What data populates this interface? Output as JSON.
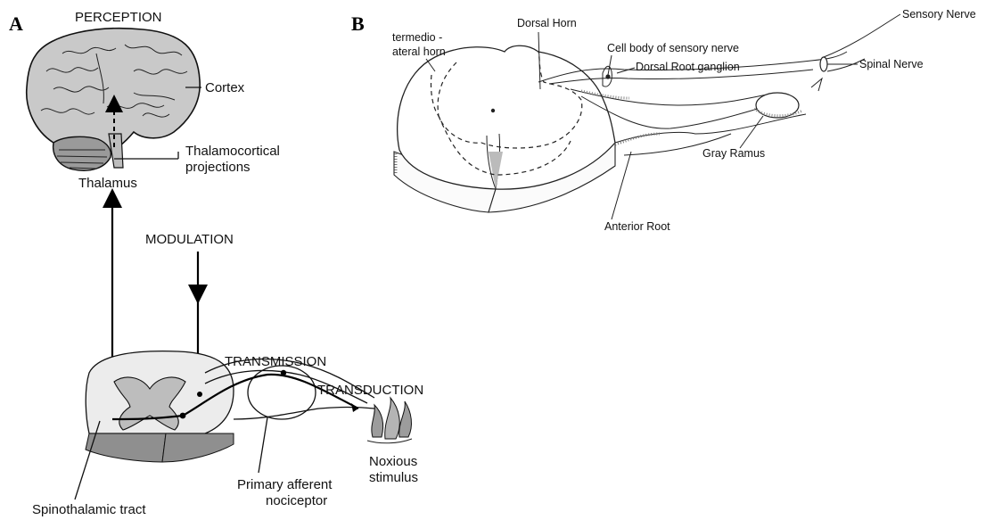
{
  "panel_a": {
    "letter": "A",
    "labels": {
      "perception": "PERCEPTION",
      "cortex": "Cortex",
      "thalamocortical": [
        "Thalamocortical",
        "projections"
      ],
      "thalamus": "Thalamus",
      "modulation": "MODULATION",
      "transmission": "TRANSMISSION",
      "transduction": "TRANSDUCTION",
      "noxious": [
        "Noxious",
        "stimulus"
      ],
      "primary_afferent": [
        "Primary afferent",
        "nociceptor"
      ],
      "spinothalamic": "Spinothalamic tract"
    }
  },
  "panel_b": {
    "letter": "B",
    "labels": {
      "intermediolateral": [
        "termedio -",
        "ateral horn"
      ],
      "dorsal_horn": "Dorsal Horn",
      "cell_body": "Cell body of sensory nerve",
      "drg": "Dorsal Root ganglion",
      "sensory_nerve": "Sensory Nerve",
      "spinal_nerve": "Spinal Nerve",
      "gray_ramus": "Gray Ramus",
      "anterior_root": "Anterior Root"
    }
  }
}
